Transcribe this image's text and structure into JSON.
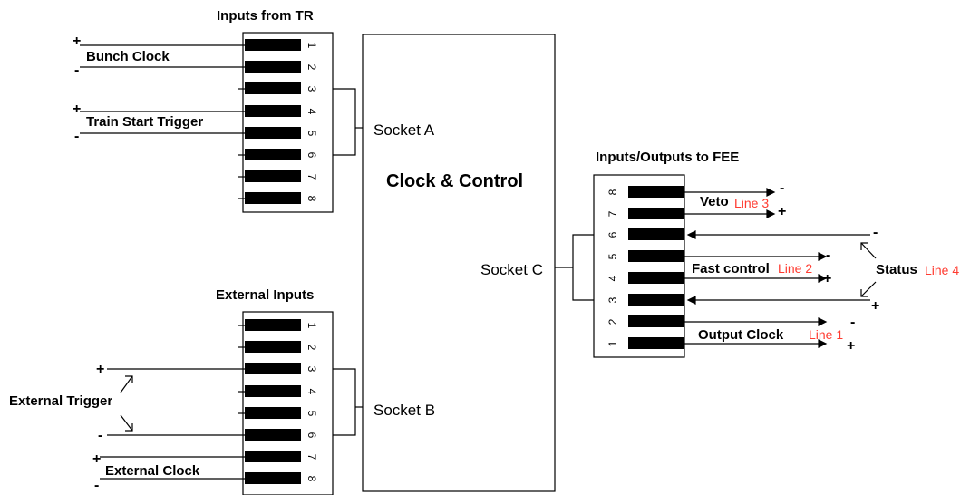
{
  "headings": {
    "inputs_from_tr": "Inputs from TR",
    "external_inputs": "External Inputs",
    "inputs_outputs_fee": "Inputs/Outputs to FEE"
  },
  "center_box": {
    "title": "Clock & Control"
  },
  "sockets": {
    "a": "Socket A",
    "b": "Socket B",
    "c": "Socket C"
  },
  "pin_numbers": [
    "1",
    "2",
    "3",
    "4",
    "5",
    "6",
    "7",
    "8"
  ],
  "signals": {
    "bunch_clock": "Bunch Clock",
    "train_start_trigger": "Train Start Trigger",
    "external_trigger": "External Trigger",
    "external_clock": "External Clock",
    "veto": "Veto",
    "fast_control": "Fast control",
    "status": "Status",
    "output_clock": "Output Clock"
  },
  "line_tags": {
    "line1": "Line 1",
    "line2": "Line 2",
    "line3": "Line 3",
    "line4": "Line 4"
  },
  "polarity": {
    "plus": "+",
    "minus": "-"
  },
  "colors": {
    "line_tag": "#ff3b30",
    "pin": "#000000",
    "stroke": "#000000"
  }
}
